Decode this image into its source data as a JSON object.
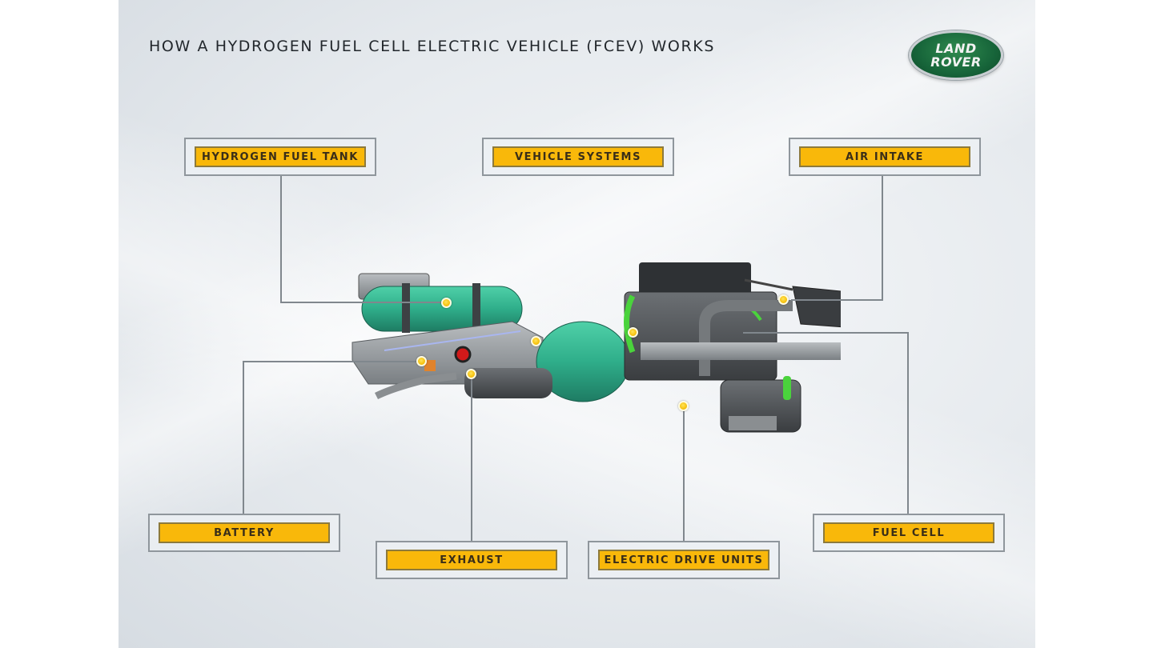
{
  "title": "HOW A HYDROGEN FUEL CELL ELECTRIC VEHICLE (FCEV) WORKS",
  "logo": {
    "line1": "LAND",
    "line2": "ROVER",
    "color": "#17653a"
  },
  "colors": {
    "label_fill": "#f9b80a",
    "label_text": "#3a2e18",
    "frame": "#8f969c",
    "leader_line": "#80878d",
    "tank_green": "#2fae8a",
    "pointer_dot": "#f7c20e"
  },
  "callouts": {
    "hydrogen_fuel_tank": "HYDROGEN FUEL TANK",
    "vehicle_systems": "VEHICLE SYSTEMS",
    "air_intake": "AIR INTAKE",
    "battery": "BATTERY",
    "exhaust": "EXHAUST",
    "electric_drive_units": "ELECTRIC DRIVE UNITS",
    "fuel_cell": "FUEL CELL"
  }
}
